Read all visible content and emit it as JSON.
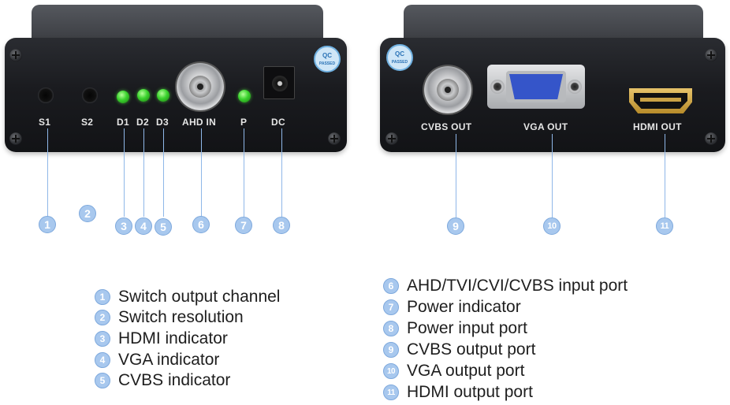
{
  "front_panel": {
    "labels": {
      "s1": "S1",
      "s2": "S2",
      "d1": "D1",
      "d2": "D2",
      "d3": "D3",
      "ahd_in": "AHD IN",
      "p": "P",
      "dc": "DC"
    },
    "qc_badge": {
      "line1": "QC",
      "line2": "PASSED"
    }
  },
  "back_panel": {
    "labels": {
      "cvbs_out": "CVBS OUT",
      "vga_out": "VGA OUT",
      "hdmi_out": "HDMI OUT"
    },
    "qc_badge": {
      "line1": "QC",
      "line2": "PASSED"
    }
  },
  "callouts": [
    "1",
    "2",
    "3",
    "4",
    "5",
    "6",
    "7",
    "8",
    "9",
    "10",
    "11"
  ],
  "legend": {
    "left": [
      {
        "num": "1",
        "text": "Switch output channel"
      },
      {
        "num": "2",
        "text": "Switch resolution"
      },
      {
        "num": "3",
        "text": "HDMI indicator"
      },
      {
        "num": "4",
        "text": "VGA indicator"
      },
      {
        "num": "5",
        "text": "CVBS indicator"
      }
    ],
    "right": [
      {
        "num": "6",
        "text": "AHD/TVI/CVI/CVBS input port"
      },
      {
        "num": "7",
        "text": "Power indicator"
      },
      {
        "num": "8",
        "text": "Power input port"
      },
      {
        "num": "9",
        "text": "CVBS output port"
      },
      {
        "num": "10",
        "text": "VGA output port"
      },
      {
        "num": "11",
        "text": "HDMI output port"
      }
    ]
  }
}
